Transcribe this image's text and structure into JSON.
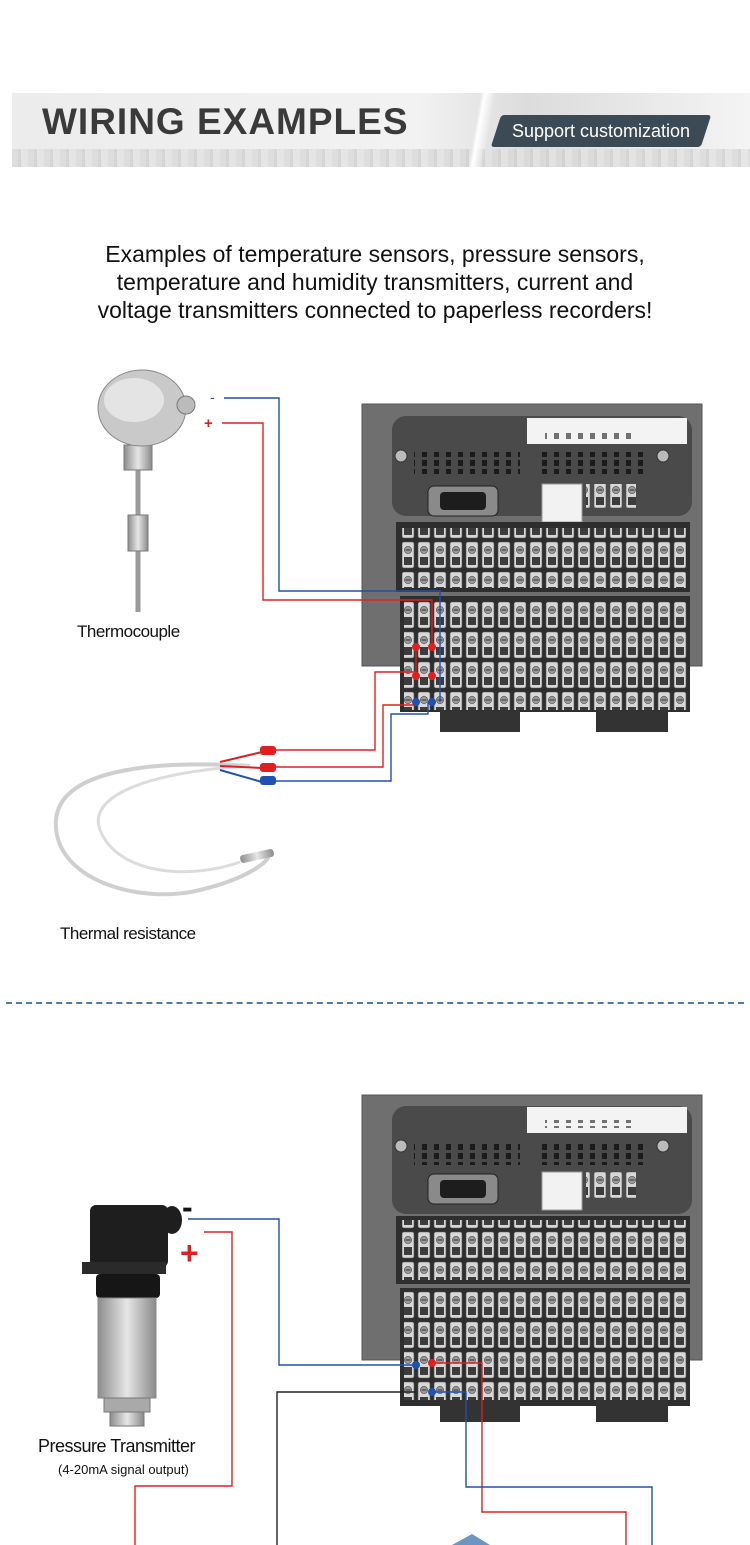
{
  "banner": {
    "title": "WIRING EXAMPLES",
    "badge": "Support customization"
  },
  "intro": {
    "lines": [
      "Examples of temperature sensors, pressure sensors,",
      "temperature and humidity transmitters, current and",
      "voltage transmitters connected to paperless recorders!"
    ]
  },
  "section1": {
    "sensor1_label": "Thermocouple",
    "sensor2_label": "Thermal resistance",
    "minus": "-",
    "plus": "+"
  },
  "section2": {
    "sensor_label": "Pressure Transmitter",
    "sensor_sublabel": "(4-20mA signal output)",
    "minus": "-",
    "plus": "+"
  },
  "colors": {
    "wire_positive": "#e02020",
    "wire_negative": "#2050b0",
    "wire_black": "#222222",
    "divider": "#4a7ab0",
    "badge": "#3b4a55"
  }
}
